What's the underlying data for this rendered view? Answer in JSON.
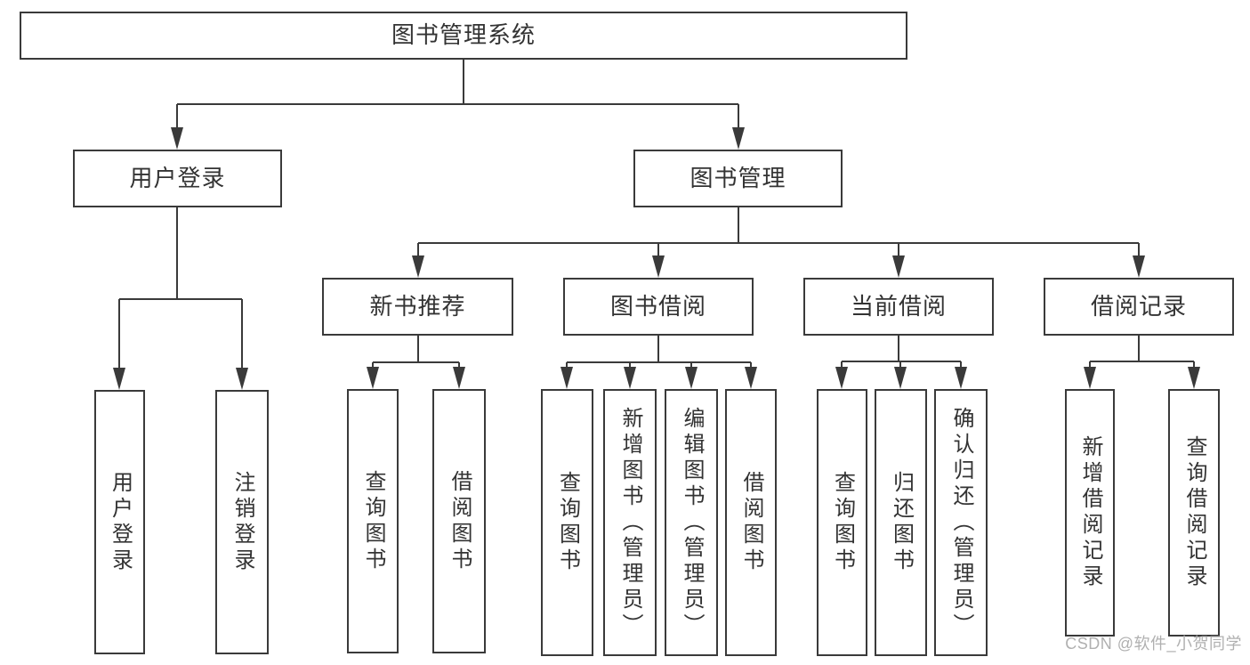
{
  "tree": {
    "root": {
      "label": "图书管理系统"
    },
    "branches": [
      {
        "label": "用户登录",
        "children": [
          {
            "label": "用户登录"
          },
          {
            "label": "注销登录"
          }
        ]
      },
      {
        "label": "图书管理",
        "children": [
          {
            "label": "新书推荐",
            "children": [
              {
                "label": "查询图书"
              },
              {
                "label": "借阅图书"
              }
            ]
          },
          {
            "label": "图书借阅",
            "children": [
              {
                "label": "查询图书"
              },
              {
                "label": "新增图书（管理员）"
              },
              {
                "label": "编辑图书（管理员）"
              },
              {
                "label": "借阅图书"
              }
            ]
          },
          {
            "label": "当前借阅",
            "children": [
              {
                "label": "查询图书"
              },
              {
                "label": "归还图书"
              },
              {
                "label": "确认归还（管理员）"
              }
            ]
          },
          {
            "label": "借阅记录",
            "children": [
              {
                "label": "新增借阅记录"
              },
              {
                "label": "查询借阅记录"
              }
            ]
          }
        ]
      }
    ]
  },
  "watermark": {
    "text": "CSDN @软件_小贺同学"
  },
  "colors": {
    "line": "#3a3a3a",
    "box_border": "#3a3a3a",
    "text": "#333333",
    "watermark": "#b0b0b0",
    "background": "#ffffff"
  }
}
